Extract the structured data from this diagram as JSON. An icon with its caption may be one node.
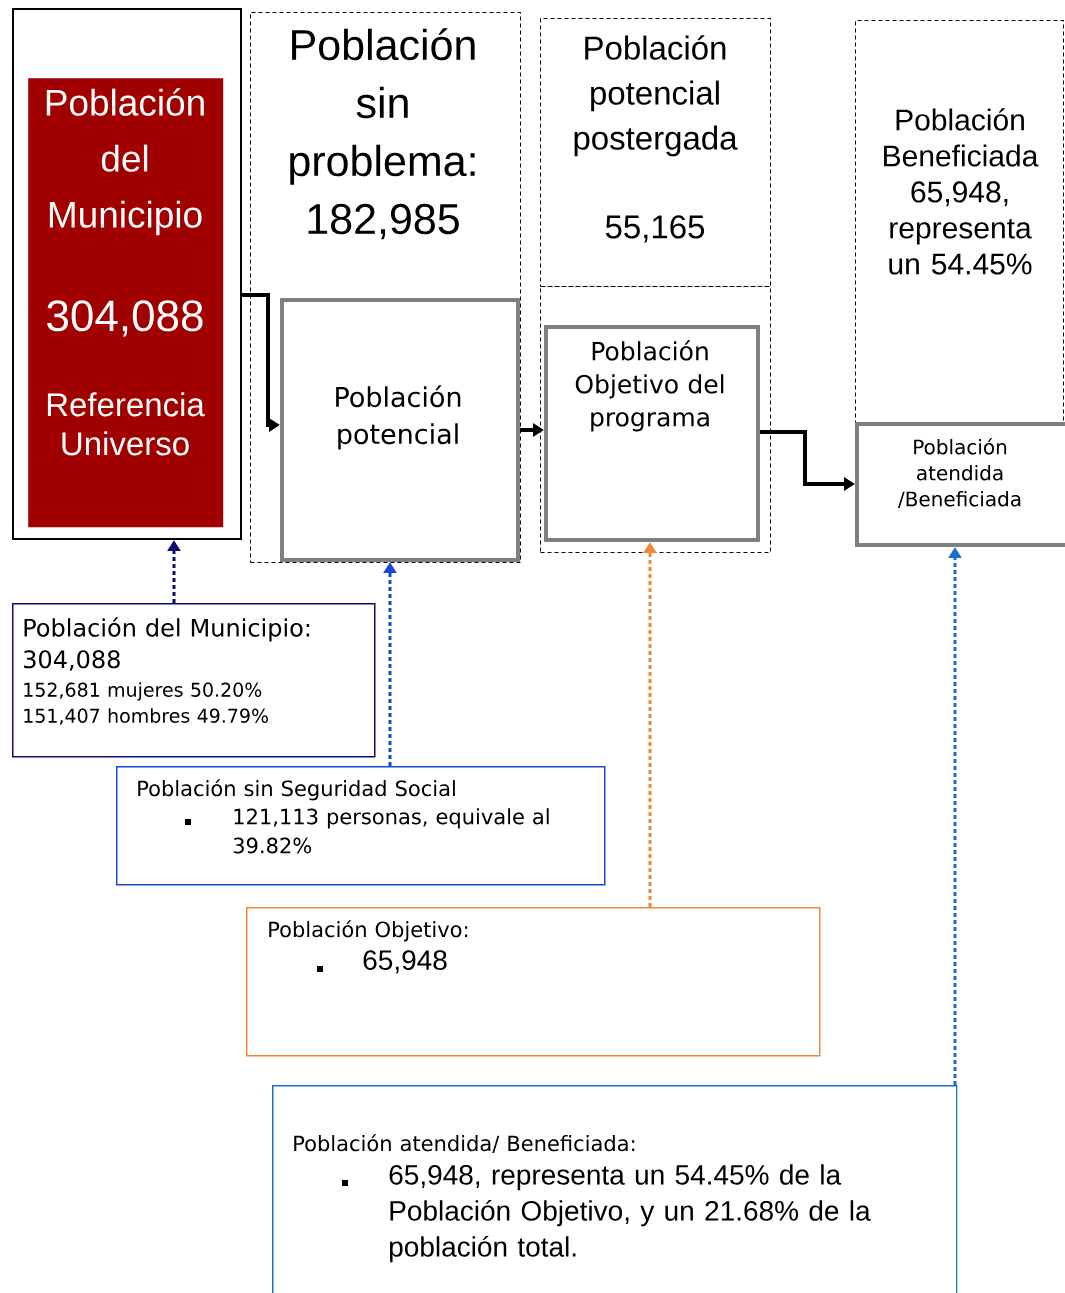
{
  "diagram": {
    "nodes": [
      {
        "text": [],
        "shape": "box"
      },
      {
        "text": [
          "Población del Municipio",
          "304,088",
          "Referencia Universo"
        ],
        "in": 0
      },
      {
        "text": [
          "Población sin problema: 182,985"
        ]
      },
      {
        "text": [
          "Población potencial"
        ],
        "in": 2
      },
      {
        "text": [
          "Población potencial postergada",
          "55,165"
        ]
      },
      {
        "text": [],
        "shape": "box"
      },
      {
        "text": [
          "Población Objetivo del programa"
        ],
        "in": 5
      },
      {
        "text": [
          "Población Beneficiada 65,948, representa un 54.45%"
        ]
      },
      {
        "text": [
          "Población atendida /Beneficiada"
        ]
      },
      {
        "text": [
          "Población del Municipio:",
          "304,088",
          "152,681 mujeres 50.20%",
          "151,407 hombres 49.79%"
        ]
      },
      {
        "text": [
          "Población sin Seguridad Social",
          "121,113 personas, equivale al 39.82%"
        ]
      },
      {
        "text": [
          "Población Objetivo:",
          "65,948"
        ]
      },
      {
        "text": [
          "Población atendida/ Beneficiada:",
          "65,948, representa un 54.45% de la Población Objetivo, y un 21.68% de la población total."
        ]
      }
    ],
    "edges": [
      {
        "from": 0,
        "to": 3,
        "arrow": "to"
      },
      {
        "from": 3,
        "to": 6,
        "arrow": "to"
      },
      {
        "from": 6,
        "to": 8,
        "arrow": "to"
      },
      {
        "from": 9,
        "to": 0,
        "arrow": "to",
        "style": "dashed",
        "color": "#0d0d6b"
      },
      {
        "from": 10,
        "to": 3,
        "arrow": "to",
        "style": "dashed",
        "color": "#1747d6"
      },
      {
        "from": 11,
        "to": 6,
        "arrow": "to",
        "style": "dashed",
        "color": "#f0863a"
      },
      {
        "from": 12,
        "to": 8,
        "arrow": "to",
        "style": "dashed",
        "color": "#1a6ccf"
      }
    ]
  }
}
